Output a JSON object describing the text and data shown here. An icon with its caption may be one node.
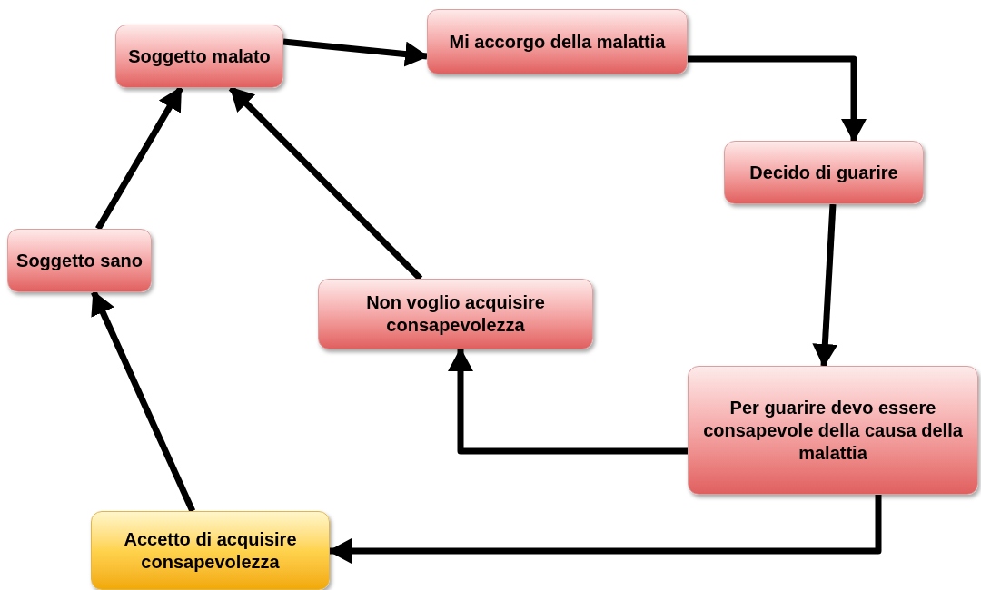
{
  "diagram": {
    "nodes": [
      {
        "text": [
          "Soggetto malato"
        ]
      },
      {
        "text": [
          "Mi accorgo della malattia"
        ]
      },
      {
        "text": [
          "Decido di guarire"
        ]
      },
      {
        "text": [
          "Per guarire devo essere consapevole della causa della malattia"
        ]
      },
      {
        "text": [
          "Non voglio acquisire consapevolezza"
        ]
      },
      {
        "text": [
          "Accetto di acquisire consapevolezza"
        ]
      },
      {
        "text": [
          "Soggetto sano"
        ]
      }
    ],
    "edges": [
      {
        "from": 0,
        "to": 1,
        "arrow": "to"
      },
      {
        "from": 1,
        "to": 2,
        "arrow": "to"
      },
      {
        "from": 2,
        "to": 3,
        "arrow": "to"
      },
      {
        "from": 3,
        "to": 4,
        "arrow": "to"
      },
      {
        "from": 3,
        "to": 5,
        "arrow": "to"
      },
      {
        "from": 5,
        "to": 6,
        "arrow": "to"
      },
      {
        "from": 6,
        "to": 0,
        "arrow": "to"
      },
      {
        "from": 4,
        "to": 0,
        "arrow": "to"
      }
    ]
  }
}
